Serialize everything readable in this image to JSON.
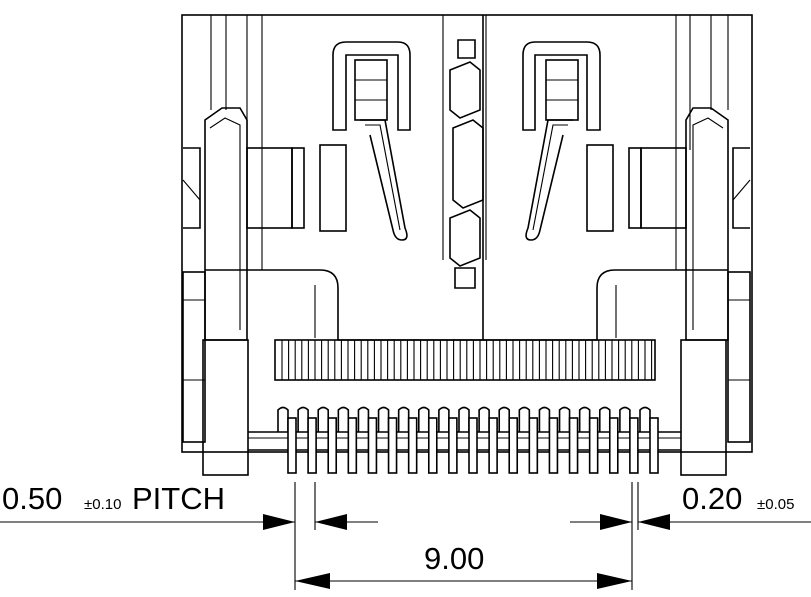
{
  "annotations": {
    "pitch_value": "0.50",
    "pitch_tolerance": "±0.10",
    "pitch_label": "PITCH",
    "width_value": "0.20",
    "width_tolerance": "±0.05",
    "span_value": "9.00"
  }
}
